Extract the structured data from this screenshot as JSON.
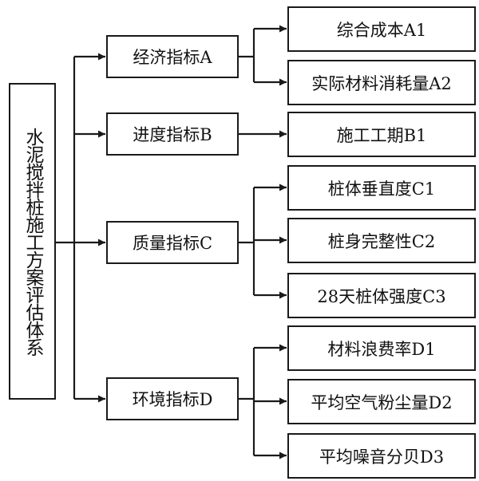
{
  "root": {
    "label": "水泥搅拌桩施工方案评估体系"
  },
  "categories": [
    {
      "label": "经济指标A",
      "items": [
        {
          "label": "综合成本A1"
        },
        {
          "label": "实际材料消耗量A2"
        }
      ]
    },
    {
      "label": "进度指标B",
      "items": [
        {
          "label": "施工工期B1"
        }
      ]
    },
    {
      "label": "质量指标C",
      "items": [
        {
          "label": "桩体垂直度C1"
        },
        {
          "label": "桩身完整性C2"
        },
        {
          "label": "28天桩体强度C3"
        }
      ]
    },
    {
      "label": "环境指标D",
      "items": [
        {
          "label": "材料浪费率D1"
        },
        {
          "label": "平均空气粉尘量D2"
        },
        {
          "label": "平均噪音分贝D3"
        }
      ]
    }
  ]
}
